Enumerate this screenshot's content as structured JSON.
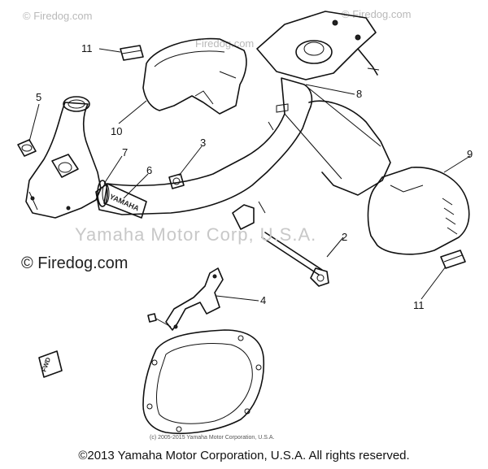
{
  "watermarks": {
    "top_left": "© Firedog.com",
    "top_mid": "Firedog.com",
    "top_right": "© Firedog.com",
    "center": "Yamaha Motor Corp, U.S.A.",
    "left_brand": "© Firedog.com"
  },
  "callouts": [
    "11",
    "10",
    "5",
    "7",
    "6",
    "3",
    "8",
    "9",
    "2",
    "4",
    "11"
  ],
  "muffler_label": "YAMAHA",
  "fwd_label": "FWD",
  "small_copyright": "(c) 2005-2015 Yamaha Motor Corporation, U.S.A.",
  "copyright": "©2013 Yamaha Motor Corporation, U.S.A. All rights reserved."
}
